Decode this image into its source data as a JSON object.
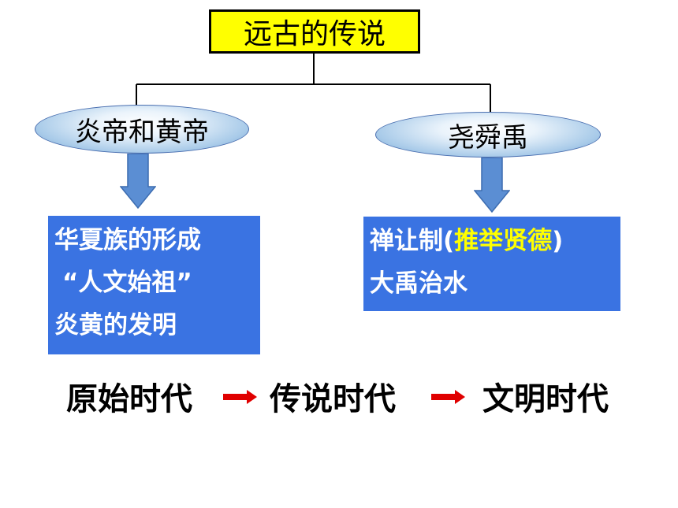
{
  "title": "远古的传说",
  "branches": [
    {
      "label": "炎帝和黄帝",
      "lines": [
        "华夏族的形成",
        "“人文始祖”",
        "炎黄的发明"
      ]
    },
    {
      "label": "尧舜禹",
      "line1": {
        "prefix": "禅让制(",
        "highlight": "推举贤德",
        "suffix": ")"
      },
      "line2": "大禹治水"
    }
  ],
  "eras": [
    "原始时代",
    "传说时代",
    "文明时代"
  ],
  "colors": {
    "title_bg": "#ffff00",
    "box_bg": "#3a73e2",
    "arrow": "#5b8ed3",
    "era_arrow": "#e00000",
    "highlight": "#ffff00"
  }
}
